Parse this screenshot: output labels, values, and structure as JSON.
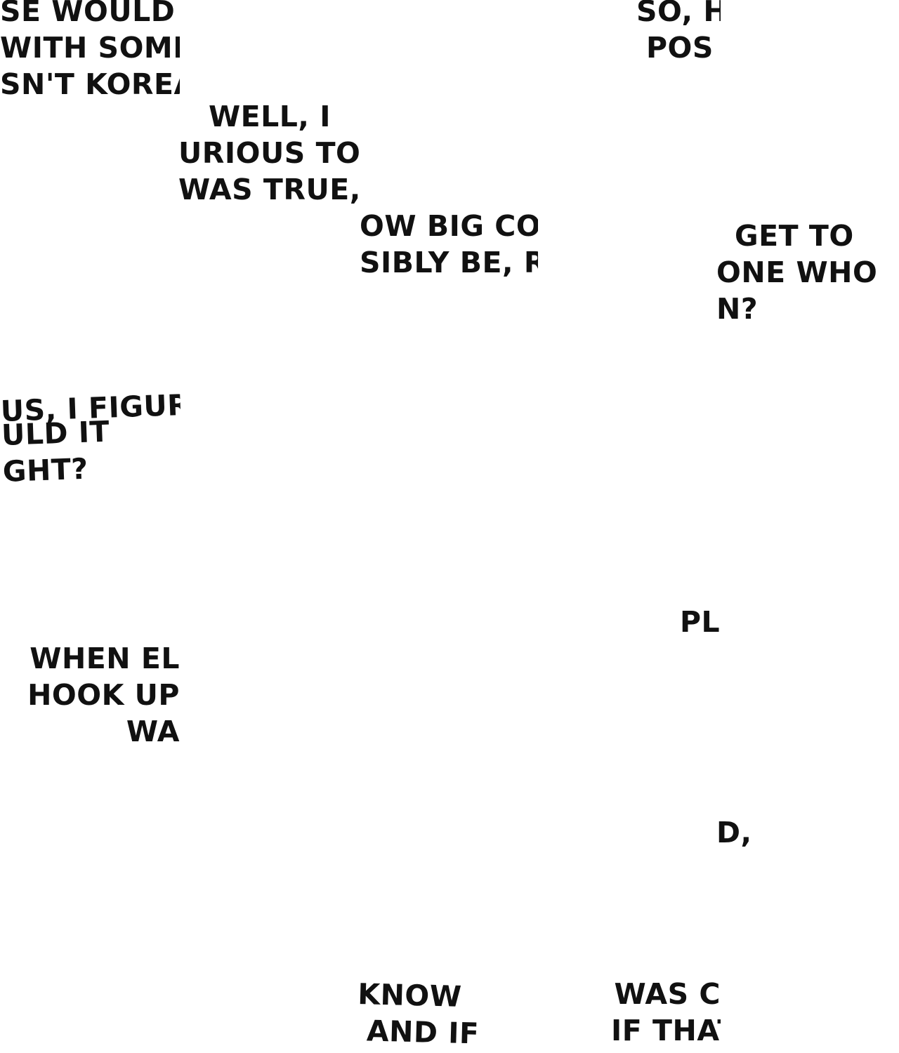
{
  "fragments": [
    {
      "id": "f1",
      "lines": [
        "SE WOULD I",
        "WITH SOME",
        "SN'T KOREA"
      ]
    },
    {
      "id": "f2",
      "lines": [
        "WELL, I",
        "URIOUS TO",
        "WAS TRUE,"
      ]
    },
    {
      "id": "f3",
      "lines": [
        "OW BIG COL",
        "SIBLY BE, RI"
      ]
    },
    {
      "id": "f4",
      "lines": [
        "SO, H",
        "POS"
      ]
    },
    {
      "id": "f5",
      "lines": [
        "GET TO",
        "ONE WHO",
        "N?"
      ]
    },
    {
      "id": "f6",
      "lines": [
        "US, I FIGURE",
        "ULD IT",
        "GHT?"
      ]
    },
    {
      "id": "f7",
      "lines": [
        "WHEN EL",
        "HOOK UP",
        "WA"
      ]
    },
    {
      "id": "f8",
      "lines": [
        "PL"
      ]
    },
    {
      "id": "f9",
      "lines": [
        "D,"
      ]
    },
    {
      "id": "f10",
      "lines": [
        "KNOW",
        "AND IF"
      ]
    },
    {
      "id": "f11",
      "lines": [
        "WAS C",
        "IF THAT"
      ]
    }
  ]
}
